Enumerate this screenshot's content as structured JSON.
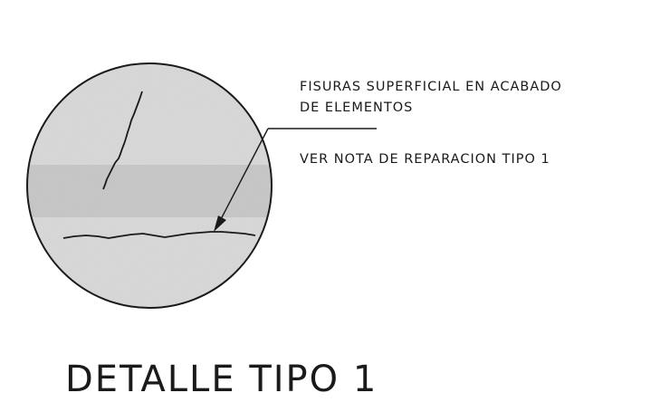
{
  "detail": {
    "title": "DETALLE TIPO 1"
  },
  "annotations": {
    "crack_note_line1": "FISURAS SUPERFICIAL EN ACABADO",
    "crack_note_line2": "DE ELEMENTOS",
    "repair_reference": "VER NOTA DE REPARACION TIPO 1"
  },
  "colors": {
    "ink": "#1a1a1a",
    "circle_fill_light": "#d9d9d9",
    "circle_fill_band": "#c4c4c4",
    "background": "#ffffff"
  }
}
